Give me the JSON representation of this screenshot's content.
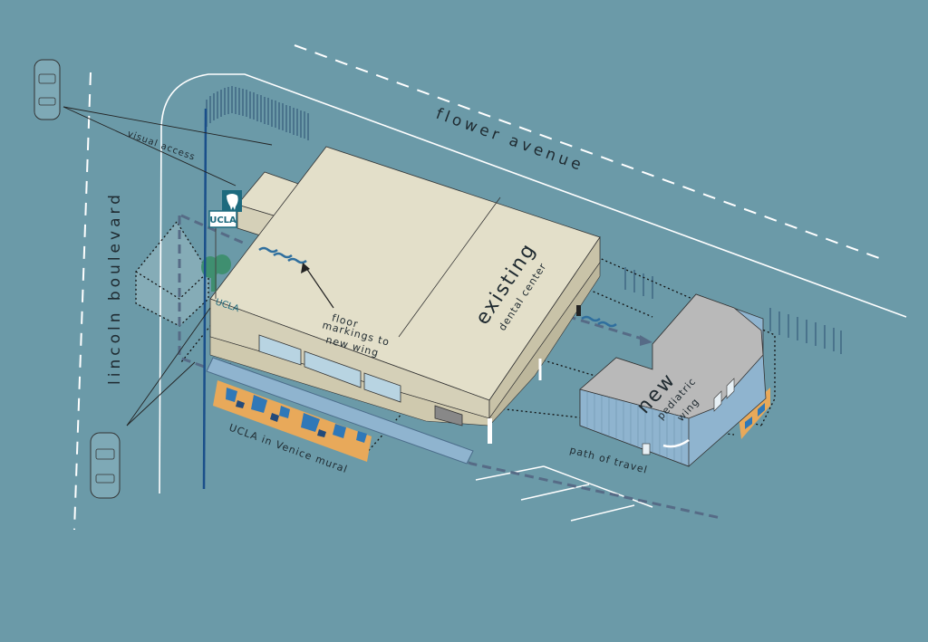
{
  "colors": {
    "background": "#6b9aa8",
    "building_top": "#e3dfc9",
    "building_side": "#c9c3a8",
    "building_front": "#d5d0b8",
    "new_wing_top": "#b9b9b9",
    "new_wing_side": "#8fb4cf",
    "path": "#566b86",
    "mural_orange": "#e8a95a",
    "mural_blue": "#2f78b8",
    "sign_teal": "#1d6a7e"
  },
  "streets": {
    "flower": "flower avenue",
    "lincoln": "lincoln boulevard"
  },
  "labels": {
    "visual_access": "visual access",
    "floor_markings": [
      "floor",
      "markings to",
      "new wing"
    ],
    "existing": "existing",
    "dental_center": "dental center",
    "new": "new",
    "pediatric": "pediatric",
    "wing": "wing",
    "mural": "UCLA in Venice mural",
    "path_of_travel": "path of travel"
  },
  "signs": {
    "ucla_sign": "UCLA",
    "ucla_wall": "UCLA"
  },
  "icons": {
    "tooth": "tooth-icon",
    "car": "car-icon"
  }
}
